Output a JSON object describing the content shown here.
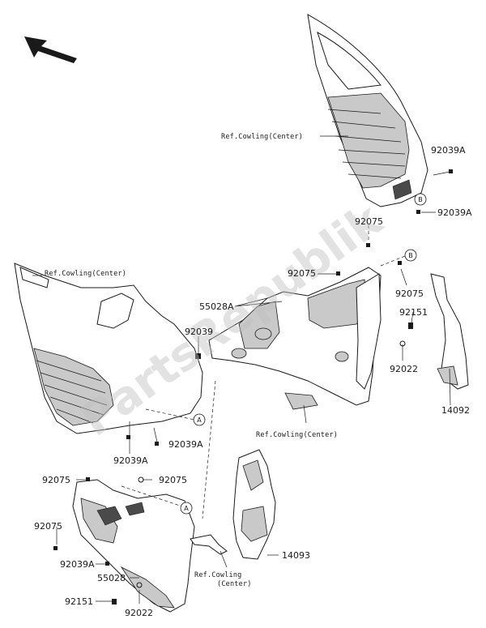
{
  "watermark": "PartsRepublik",
  "ref_labels": {
    "cowling_center_top": "Ref.Cowling(Center)",
    "cowling_center_left": "Ref.Cowling(Center)",
    "cowling_center_mid": "Ref.Cowling(Center)",
    "cowling_center_bottom_1": "Ref.Cowling",
    "cowling_center_bottom_2": "(Center)"
  },
  "callouts": {
    "a": "A",
    "b": "B"
  },
  "part_numbers": {
    "p92039A_top": "92039A",
    "p92039A_b": "92039A",
    "p92075_upper": "92075",
    "p92075_mid": "92075",
    "p92075_right": "92075",
    "p92151_right": "92151",
    "p92022_right": "92022",
    "p14092": "14092",
    "p55028A": "55028A",
    "p92039": "92039",
    "p92039A_mid": "92039A",
    "p92039A_left": "92039A",
    "p92075_lower_left": "92075",
    "p92075_lower_right": "92075",
    "p92075_far_left": "92075",
    "p92039A_lower": "92039A",
    "p55028": "55028",
    "p92151_lower": "92151",
    "p92022_lower": "92022",
    "p14093": "14093"
  }
}
